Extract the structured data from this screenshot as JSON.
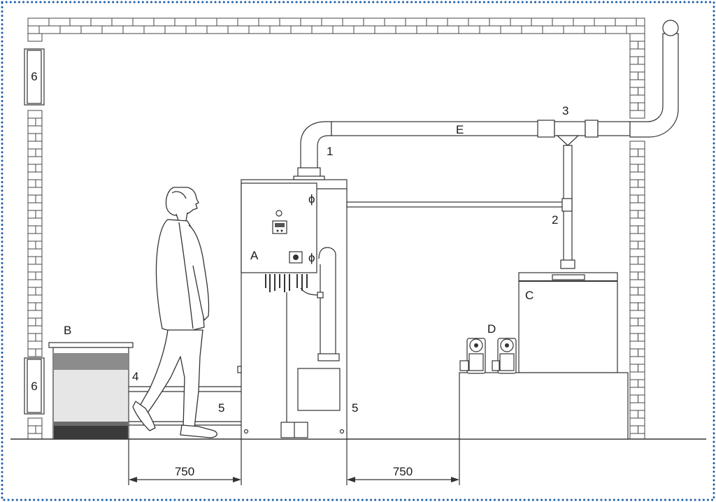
{
  "labels": {
    "unit_a": "A",
    "unit_b": "B",
    "unit_c": "C",
    "unit_d": "D",
    "pipe_e": "E",
    "n1": "1",
    "n2": "2",
    "n3": "3",
    "n4": "4",
    "n5_left": "5",
    "n5_right": "5",
    "n6_top": "6",
    "n6_bottom": "6"
  },
  "dimensions": {
    "left_clearance": "750",
    "right_clearance": "750"
  },
  "colors": {
    "frame_dots": "#1f5ea8",
    "line": "#333333",
    "b_band_top": "#8c8c8c",
    "b_band_mid": "#e6e6e6",
    "b_band_bottom": "#3a3a3a"
  },
  "icons": {
    "person": "person-silhouette-icon",
    "chimney": "exhaust-pipe-icon",
    "pump": "dosing-pump-icon"
  }
}
